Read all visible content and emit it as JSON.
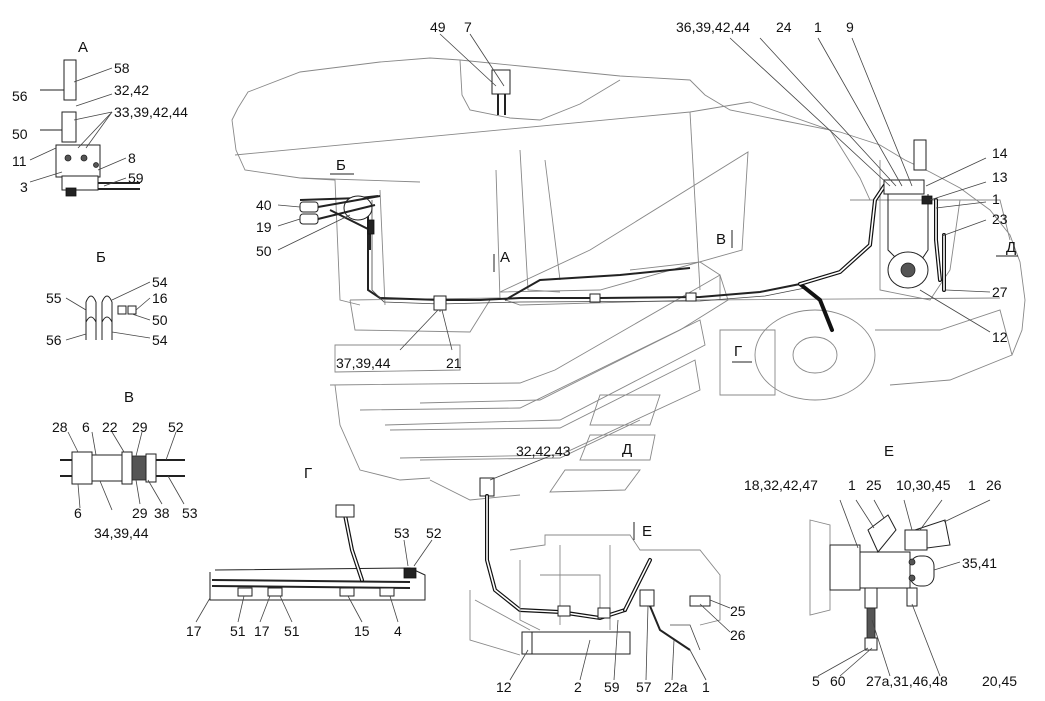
{
  "sections": {
    "A": "А",
    "B": "Б",
    "V": "В",
    "G": "Г",
    "D": "Д",
    "E": "Е"
  },
  "labels": {
    "a_58": "58",
    "a_56": "56",
    "a_32_42": "32,42",
    "a_33_39_42_44": "33,39,42,44",
    "a_50": "50",
    "a_11": "11",
    "a_8": "8",
    "a_3": "3",
    "a_59": "59",
    "b_54t": "54",
    "b_55": "55",
    "b_16": "16",
    "b_50": "50",
    "b_56": "56",
    "b_54b": "54",
    "v_28": "28",
    "v_6t": "6",
    "v_22": "22",
    "v_29t": "29",
    "v_52": "52",
    "v_6b": "6",
    "v_29b": "29",
    "v_38": "38",
    "v_53": "53",
    "v_34_39_44": "34,39,44",
    "g_53": "53",
    "g_52": "52",
    "g_17a": "17",
    "g_51a": "51",
    "g_17b": "17",
    "g_51b": "51",
    "g_15": "15",
    "g_4": "4",
    "m_49": "49",
    "m_7": "7",
    "m_36_39_42_44": "36,39,42,44",
    "m_24": "24",
    "m_1t": "1",
    "m_9": "9",
    "m_14": "14",
    "m_13": "13",
    "m_1r": "1",
    "m_23": "23",
    "m_27": "27",
    "m_12r": "12",
    "m_40": "40",
    "m_19": "19",
    "m_50": "50",
    "m_37_39_44": "37,39,44",
    "m_21": "21",
    "m_32_42_43": "32,42,43",
    "m_12b": "12",
    "m_2": "2",
    "m_59": "59",
    "m_57": "57",
    "m_22a": "22а",
    "m_1b": "1",
    "m_25": "25",
    "m_26": "26",
    "e_18_32_42_47": "18,32,42,47",
    "e_1a": "1",
    "e_25": "25",
    "e_10_30_45": "10,30,45",
    "e_1b": "1",
    "e_26": "26",
    "e_35_41": "35,41",
    "e_5": "5",
    "e_60": "60",
    "e_27a": "27а,31,46,48",
    "e_20_45": "20,45"
  }
}
